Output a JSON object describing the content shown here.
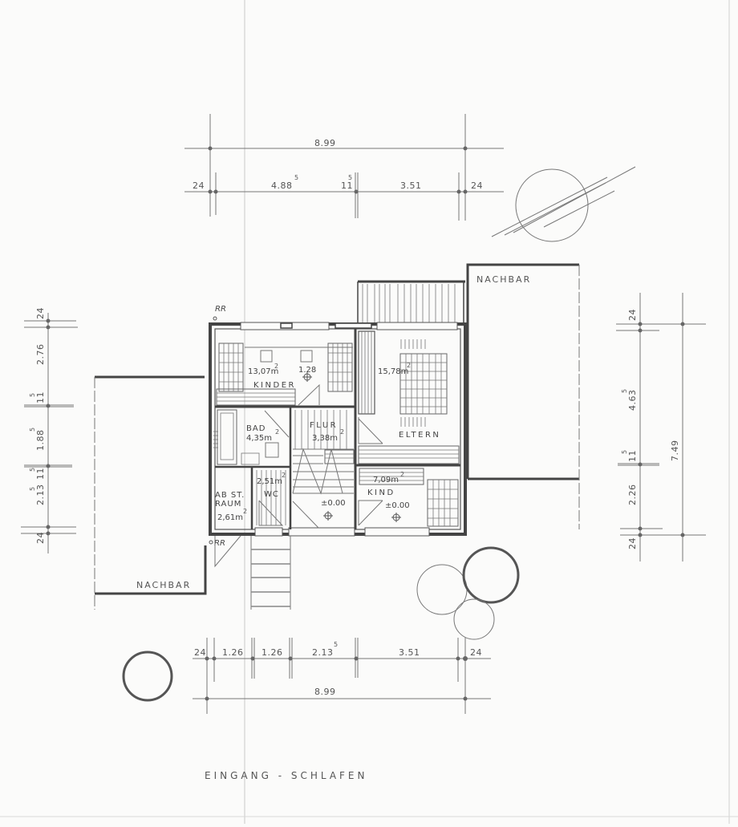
{
  "title": "EINGANG - SCHLAFEN",
  "colors": {
    "paper": "#fbfbfa",
    "ink": "#444444",
    "light_ink": "#777777"
  },
  "dimensions": {
    "top": {
      "overall": "8.99",
      "segments": [
        {
          "value": "24",
          "sup": ""
        },
        {
          "value": "4.88",
          "sup": "5"
        },
        {
          "value": "11",
          "sup": "5"
        },
        {
          "value": "3.51",
          "sup": ""
        },
        {
          "value": "24",
          "sup": ""
        }
      ]
    },
    "bottom": {
      "overall": "8.99",
      "segments": [
        {
          "value": "24",
          "sup": ""
        },
        {
          "value": "1.26",
          "sup": ""
        },
        {
          "value": "1.26",
          "sup": ""
        },
        {
          "value": "2.13",
          "sup": "5"
        },
        {
          "value": "3.51",
          "sup": ""
        },
        {
          "value": "24",
          "sup": ""
        }
      ]
    },
    "left": {
      "segments": [
        {
          "value": "24",
          "sup": ""
        },
        {
          "value": "2.76",
          "sup": ""
        },
        {
          "value": "11",
          "sup": "5"
        },
        {
          "value": "1.88",
          "sup": "5"
        },
        {
          "value": "11",
          "sup": "5"
        },
        {
          "value": "2.13",
          "sup": "5"
        },
        {
          "value": "24",
          "sup": ""
        }
      ]
    },
    "right": {
      "overall": "7.49",
      "segments": [
        {
          "value": "24",
          "sup": ""
        },
        {
          "value": "4.63",
          "sup": "5"
        },
        {
          "value": "11",
          "sup": "5"
        },
        {
          "value": "2.26",
          "sup": ""
        },
        {
          "value": "24",
          "sup": ""
        }
      ]
    }
  },
  "rooms": [
    {
      "name": "KINDER",
      "area": "13,07m",
      "area_sup": "2"
    },
    {
      "name": "ELTERN",
      "area": "15,78m",
      "area_sup": "2"
    },
    {
      "name": "BAD",
      "area": "4,35m",
      "area_sup": "2"
    },
    {
      "name": "FLUR",
      "area": "3,38m",
      "area_sup": "2"
    },
    {
      "name": "WC",
      "area": "2,51m",
      "area_sup": "2"
    },
    {
      "name_line1": "AB ST.",
      "name_line2": "RAUM",
      "area": "2,61m",
      "area_sup": "2"
    },
    {
      "name": "KIND",
      "area": "7,09m",
      "area_sup": "2"
    }
  ],
  "annotations": {
    "window_height": "1.28",
    "level_flur": "±0.00",
    "level_kind": "±0.00",
    "rr_top": "RR",
    "rr_bottom": "RR"
  },
  "neighbors": {
    "right": "NACHBAR",
    "left": "NACHBAR"
  }
}
